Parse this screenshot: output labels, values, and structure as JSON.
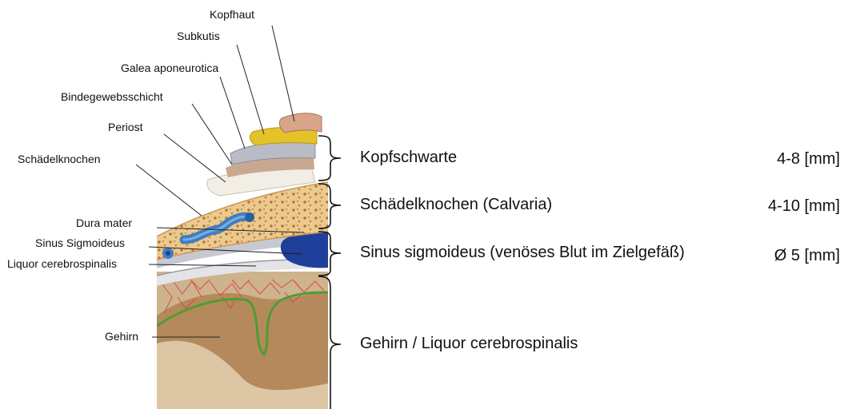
{
  "labels": {
    "kopfhaut": "Kopfhaut",
    "subkutis": "Subkutis",
    "galea": "Galea aponeurotica",
    "bindegewebe": "Bindegewebsschicht",
    "periost": "Periost",
    "schaedelknochen": "Schädelknochen",
    "dura": "Dura mater",
    "sinus": "Sinus Sigmoideus",
    "liquor": "Liquor cerebrospinalis",
    "gehirn": "Gehirn"
  },
  "regions": [
    {
      "name": "Kopfschwarte",
      "value": "4-8 [mm]"
    },
    {
      "name": "Schädelknochen (Calvaria)",
      "value": "4-10 [mm]"
    },
    {
      "name": "Sinus sigmoideus (venöses Blut im Zielgefäß)",
      "value": "Ø 5 [mm]"
    },
    {
      "name": "Gehirn / Liquor cerebrospinalis",
      "value": ""
    }
  ],
  "colors": {
    "scalp": "#d9a58a",
    "subcutis": "#e3c22a",
    "galea": "#b9bcc5",
    "bone": "#ebc98f",
    "vein": "#3f7ec2",
    "sinus": "#1e3f9a",
    "brain": "#b48a5c",
    "vessels": "#e23b3b",
    "pia": "#4d9d32"
  }
}
